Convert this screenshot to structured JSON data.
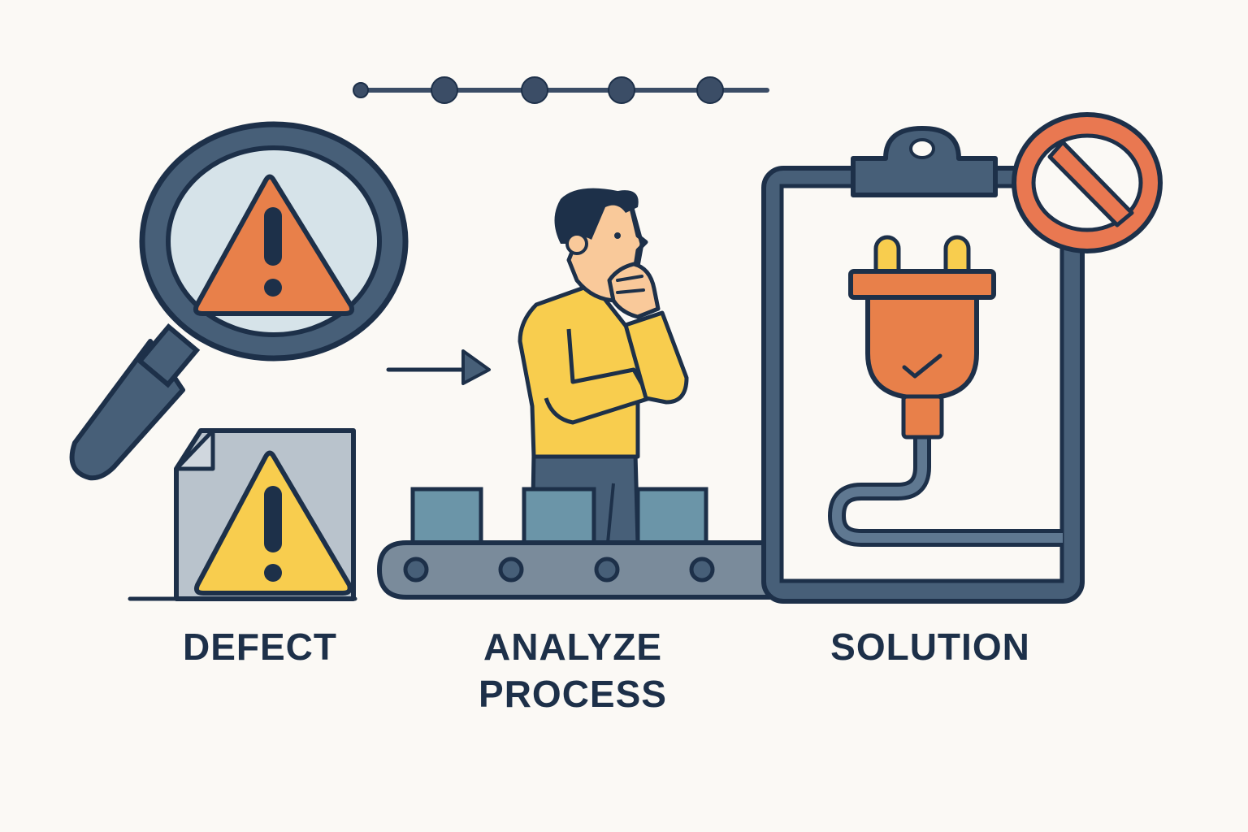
{
  "labels": {
    "defect": "DEFECT",
    "analyze_line1": "ANALYZE",
    "analyze_line2": "PROCESS",
    "solution": "SOLUTION"
  },
  "timeline": {
    "dots": 5
  },
  "icons": {
    "magnifier": "magnifying-glass-icon",
    "warning_orange": "warning-triangle-icon",
    "document_warning": "document-warning-icon",
    "arrow": "arrow-right-icon",
    "person": "thinking-person",
    "conveyor": "conveyor-belt",
    "clipboard": "clipboard-icon",
    "plug": "plug-icon",
    "check": "checkmark-icon",
    "prohibited": "prohibited-icon"
  },
  "colors": {
    "outline": "#1d3049",
    "steel": "#475f78",
    "orange": "#e8804a",
    "yellow": "#f8cd4e",
    "lens": "#d6e3e9",
    "paper": "#b9c3cc",
    "box": "#6b95a8",
    "background": "#fbf9f5"
  }
}
